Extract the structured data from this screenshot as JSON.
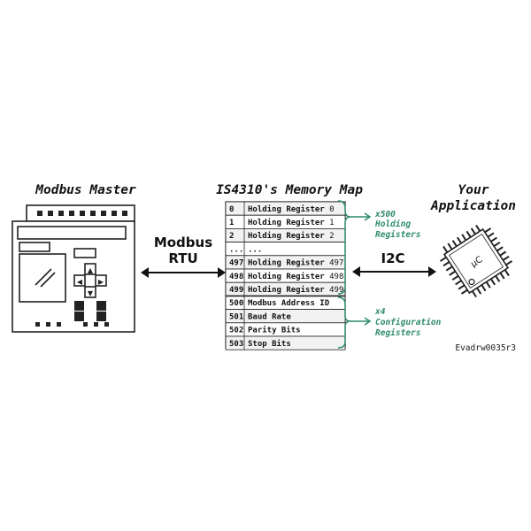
{
  "master": {
    "title": "Modbus Master"
  },
  "memory_map": {
    "title": "IS4310's Memory Map",
    "holding_rows": [
      {
        "addr": "0",
        "name": "Holding Register",
        "idx": "0",
        "bold_idx": false
      },
      {
        "addr": "1",
        "name": "Holding Register",
        "idx": "1",
        "bold_idx": false
      },
      {
        "addr": "2",
        "name": "Holding Register",
        "idx": "2",
        "bold_idx": false
      },
      {
        "addr": "...",
        "name": "...",
        "idx": "",
        "bold_idx": false
      },
      {
        "addr": "497",
        "name": "Holding Register",
        "idx": "497",
        "bold_idx": false
      },
      {
        "addr": "498",
        "name": "Holding Register",
        "idx": "498",
        "bold_idx": false
      },
      {
        "addr": "499",
        "name": "Holding Register",
        "idx": "499",
        "bold_idx": false
      }
    ],
    "config_rows": [
      {
        "addr": "500",
        "name": "Modbus Address ID"
      },
      {
        "addr": "501",
        "name": "Baud Rate"
      },
      {
        "addr": "502",
        "name": "Parity Bits"
      },
      {
        "addr": "503",
        "name": "Stop Bits"
      }
    ]
  },
  "annotations": {
    "holding": [
      "x500",
      "Holding",
      "Registers"
    ],
    "config": [
      "x4",
      "Configuration",
      "Registers"
    ],
    "color": "#2e8b6e"
  },
  "links": {
    "modbus": [
      "Modbus",
      "RTU"
    ],
    "i2c": "I2C"
  },
  "app": {
    "title_lines": [
      "Your",
      "Application"
    ],
    "chip_label": "µC"
  },
  "stamp": "Evadrw0035r3"
}
